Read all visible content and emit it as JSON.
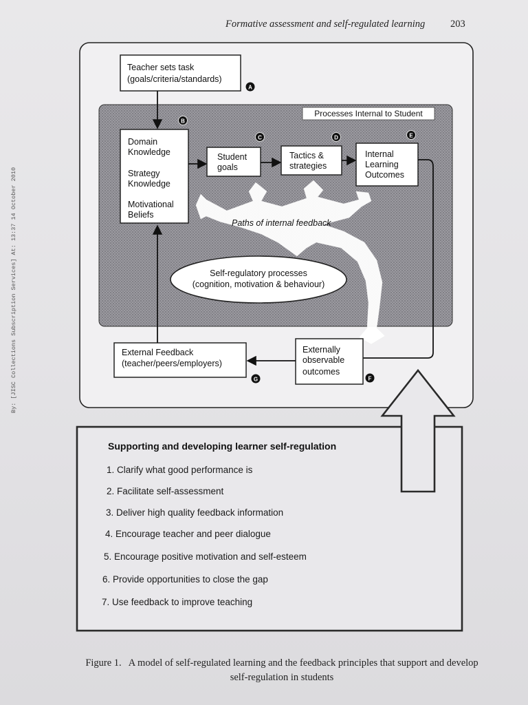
{
  "header": {
    "running_head": "Formative assessment and self-regulated learning",
    "page_number": "203"
  },
  "margin_stamp": "By: [JISC Collections Subscription Services] At: 13:37 14 October 2010",
  "diagram": {
    "teacher_task": [
      "Teacher sets task",
      "(goals/criteria/standards)"
    ],
    "internal_region_label": "Processes Internal to Student",
    "knowledge_box": [
      "Domain",
      "Knowledge",
      "Strategy",
      "Knowledge",
      "Motivational",
      "Beliefs"
    ],
    "student_goals": [
      "Student",
      "goals"
    ],
    "tactics": [
      "Tactics &",
      "strategies"
    ],
    "internal_outcomes": [
      "Internal",
      "Learning",
      "Outcomes"
    ],
    "feedback_paths_label": "Paths of internal feedback",
    "self_regulatory": [
      "Self-regulatory processes",
      "(cognition, motivation & behaviour)"
    ],
    "external_feedback": [
      "External Feedback",
      "(teacher/peers/employers)"
    ],
    "observable_outcomes": [
      "Externally",
      "observable",
      "outcomes"
    ],
    "markers": {
      "A": "A",
      "B": "B",
      "C": "C",
      "D": "D",
      "E": "E",
      "F": "F",
      "G": "G"
    }
  },
  "principles": {
    "title": "Supporting and developing learner self-regulation",
    "items": [
      "1. Clarify what good performance is",
      "2. Facilitate self-assessment",
      "3. Deliver high quality feedback information",
      "4. Encourage teacher and peer dialogue",
      "5. Encourage positive motivation and self-esteem",
      "6. Provide opportunities to close the gap",
      "7. Use feedback to improve teaching"
    ]
  },
  "caption": {
    "line1": "Figure 1.   A model of self-regulated learning and the feedback principles that support and develop",
    "line2": "self-regulation in students"
  },
  "colors": {
    "internal_region": "#8f8e94",
    "box_fill": "#ffffff",
    "ink": "#1a1a1a"
  }
}
